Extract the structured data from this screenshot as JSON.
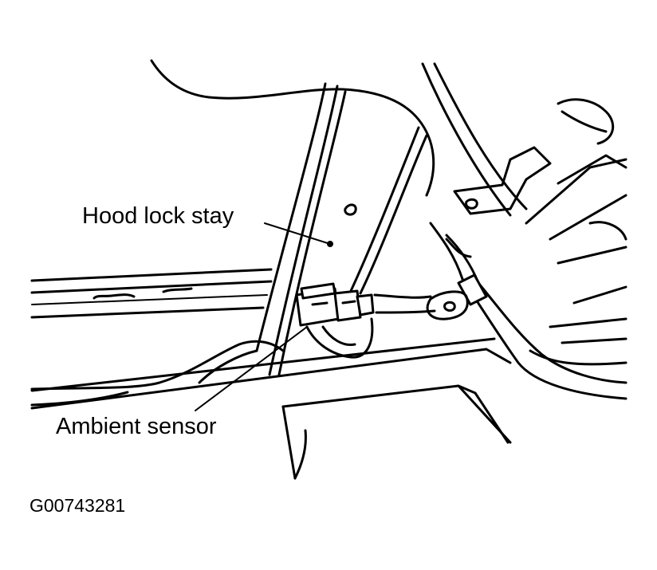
{
  "callouts": {
    "hood_lock_stay": "Hood lock stay",
    "ambient_sensor": "Ambient sensor"
  },
  "figure_id": "G00743281"
}
